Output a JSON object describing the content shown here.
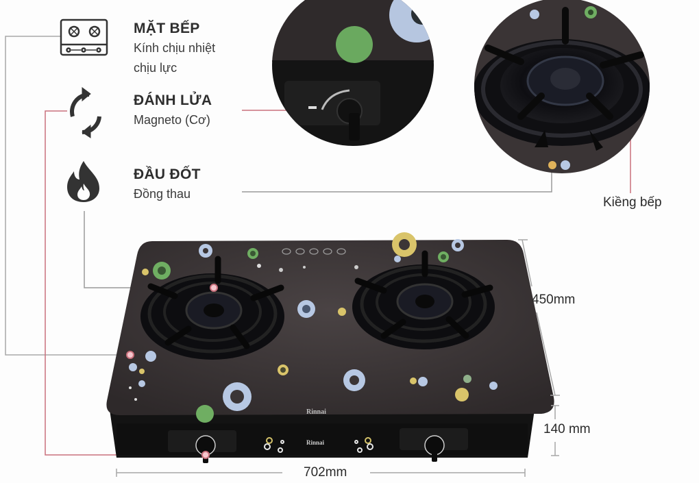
{
  "features": [
    {
      "icon": "cooktop-icon",
      "title": "MẶT BẾP",
      "desc_line1": "Kính chịu nhiệt",
      "desc_line2": "chịu lực"
    },
    {
      "icon": "ignition-cycle-icon",
      "title": "ĐÁNH LỬA",
      "desc_line1": "Magneto (Cơ)"
    },
    {
      "icon": "flame-icon",
      "title": "ĐẦU ĐỐT",
      "desc_line1": "Đồng thau"
    }
  ],
  "callouts": {
    "pan_support": "Kiềng bếp"
  },
  "dimensions": {
    "depth": "450mm",
    "height": "140 mm",
    "width": "702mm"
  },
  "product": {
    "brand_top": "Rinnai",
    "brand_panel": "Rinnai"
  },
  "colors": {
    "background": "#fdfdfd",
    "glass": "#3b3536",
    "leader_red": "#c9707c",
    "leader_gray": "#9a9a9a",
    "dot_green": "#6fae62",
    "dot_blue": "#b7c8e3",
    "dot_yellow": "#d9c46a"
  }
}
